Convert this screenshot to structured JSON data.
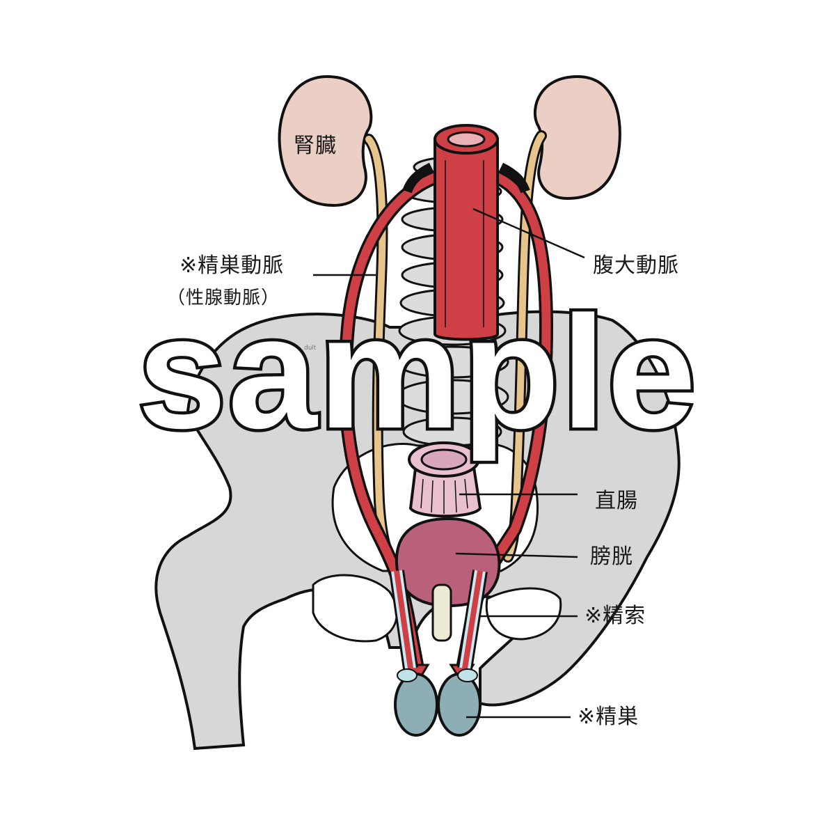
{
  "colors": {
    "bone": "#d7d7d7",
    "kidney": "#ebcfc4",
    "ureter": "#e7c48c",
    "artery": "#cf3f46",
    "bladder": "#b9607a",
    "rectum": "#e8c0cf",
    "testis": "#8caeb4",
    "outline": "#111111"
  },
  "labels": {
    "kidney": "腎臓",
    "aorta": "腹大動脈",
    "testicular_artery": "※精巣動脈",
    "gonadal_artery": "（性腺動脈）",
    "rectum": "直腸",
    "bladder": "膀胱",
    "spermatic_cord": "※精索",
    "testis": "※精巣"
  },
  "stray_text": "dult",
  "watermark": "sample"
}
